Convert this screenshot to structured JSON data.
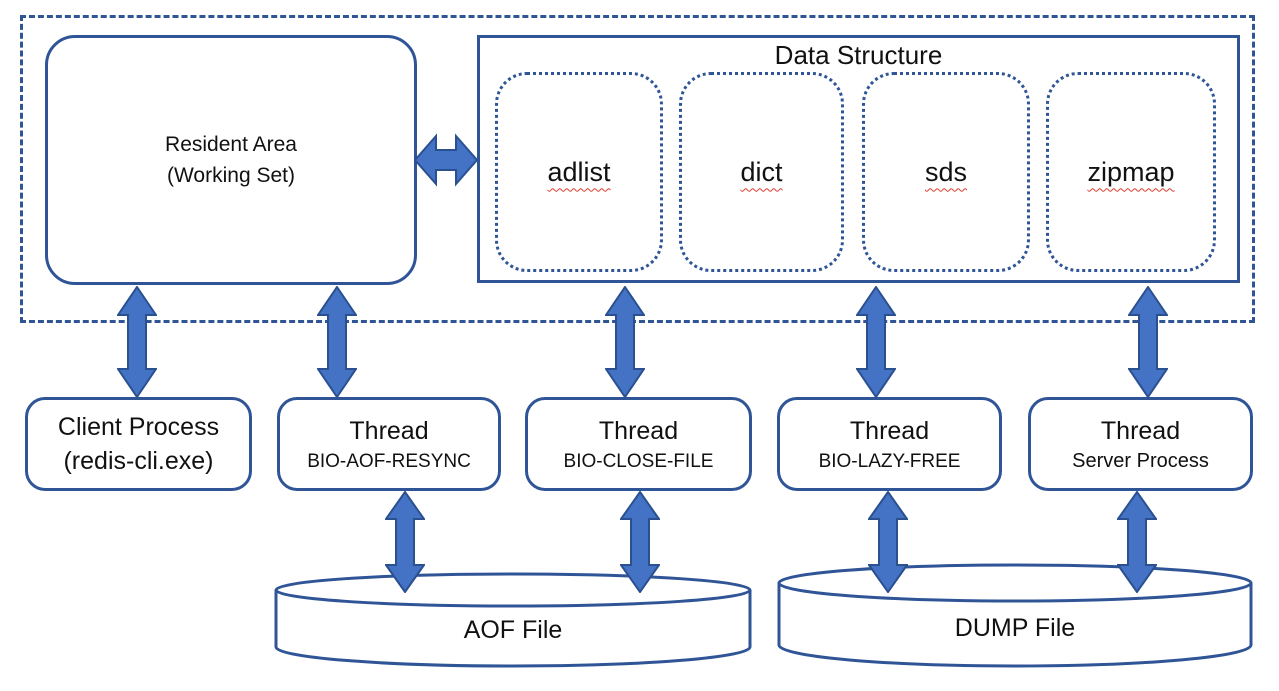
{
  "colors": {
    "outline": "#2F5597",
    "arrow_fill": "#4472C4",
    "arrow_stroke": "#2A5090",
    "squiggle": "#DE3B2F",
    "text": "#111111",
    "background": "#FFFFFF"
  },
  "memory_region": {
    "resident_area": {
      "line1": "Resident Area",
      "line2": "(Working Set)"
    },
    "data_structure": {
      "title": "Data Structure",
      "items": [
        {
          "label": "adlist"
        },
        {
          "label": "dict"
        },
        {
          "label": "sds"
        },
        {
          "label": "zipmap"
        }
      ]
    }
  },
  "processes": [
    {
      "line1": "Client Process",
      "line2": "(redis-cli.exe)"
    },
    {
      "line1": "Thread",
      "line2": "BIO-AOF-RESYNC"
    },
    {
      "line1": "Thread",
      "line2": "BIO-CLOSE-FILE"
    },
    {
      "line1": "Thread",
      "line2": "BIO-LAZY-FREE"
    },
    {
      "line1": "Thread",
      "line2": "Server Process"
    }
  ],
  "files": [
    {
      "label": "AOF File"
    },
    {
      "label": "DUMP File"
    }
  ]
}
